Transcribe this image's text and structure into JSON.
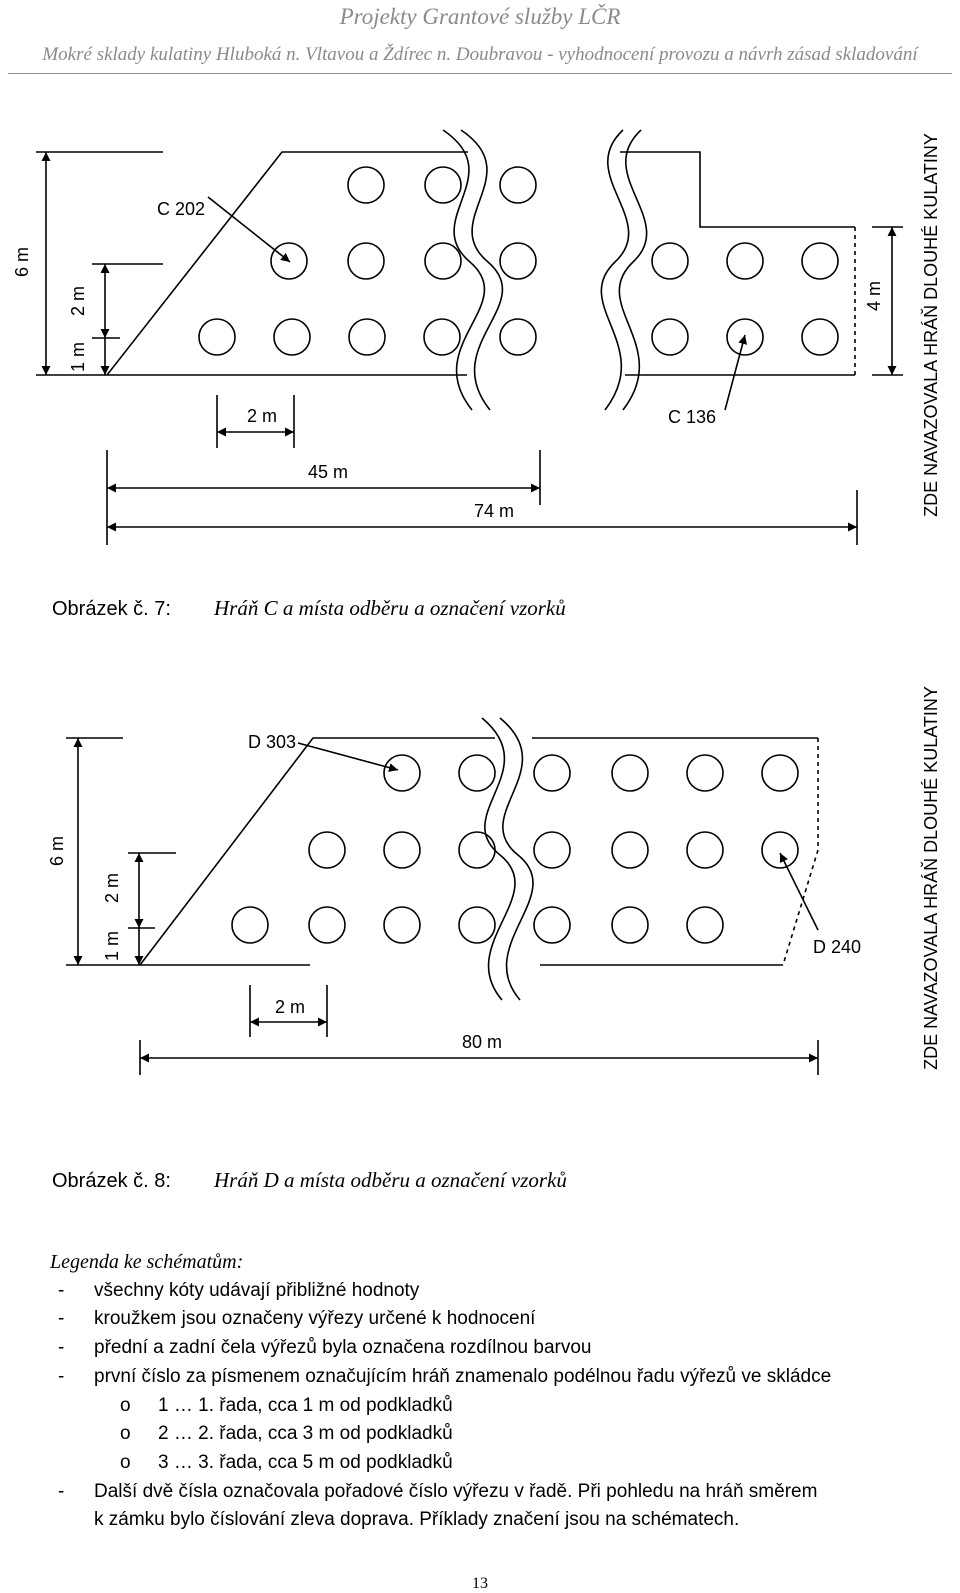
{
  "header": {
    "line1": "Projekty Grantové služby LČR",
    "line2": "Mokré sklady kulatiny Hluboká n. Vltavou a Ždírec n. Doubravou  -  vyhodnocení provozu a návrh zásad skladování"
  },
  "figure7": {
    "sample_top": "C 202",
    "sample_bottom": "C 136",
    "dim_height": "6 m",
    "dim_row_spacing": "2 m",
    "dim_bottom_offset": "1 m",
    "dim_circle_spacing": "2 m",
    "dim_length_short": "45 m",
    "dim_length_mid": "74 m",
    "dim_right_height": "4 m",
    "side_note": "ZDE NAVAZOVALA HRÁŇ DLOUHÉ KULATINY",
    "caption_label": "Obrázek č.  7:",
    "caption_title": "Hráň C a místa odběru a označení vzorků"
  },
  "figure8": {
    "sample_top": "D 303",
    "sample_right": "D 240",
    "dim_height": "6 m",
    "dim_row_spacing": "2 m",
    "dim_bottom_offset": "1 m",
    "dim_circle_spacing": "2 m",
    "dim_length": "80 m",
    "side_note": "ZDE NAVAZOVALA HRÁŇ DLOUHÉ KULATINY",
    "caption_label": "Obrázek č.  8:",
    "caption_title": "Hráň D a místa odběru a označení vzorků"
  },
  "legend": {
    "title": "Legenda ke schématům:",
    "items": [
      "všechny kóty udávají přibližné hodnoty",
      "kroužkem jsou označeny výřezy určené k hodnocení",
      "přední a zadní čela výřezů byla označena rozdílnou barvou",
      "první číslo za písmenem označujícím hráň znamenalo podélnou řadu výřezů ve skládce"
    ],
    "subitems": [
      "1 … 1. řada, cca 1 m od podkladků",
      "2 … 2. řada, cca 3 m od podkladků",
      "3 … 3. řada, cca 5 m od podkladků"
    ],
    "last_item_line1": "Další dvě čísla označovala pořadové číslo výřezu v řadě. Při pohledu na hráň směrem",
    "last_item_line2": "k zámku bylo číslování zleva doprava. Příklady značení jsou na schématech.",
    "bullet_dash": "-",
    "bullet_o": "o"
  },
  "page_number": "13"
}
